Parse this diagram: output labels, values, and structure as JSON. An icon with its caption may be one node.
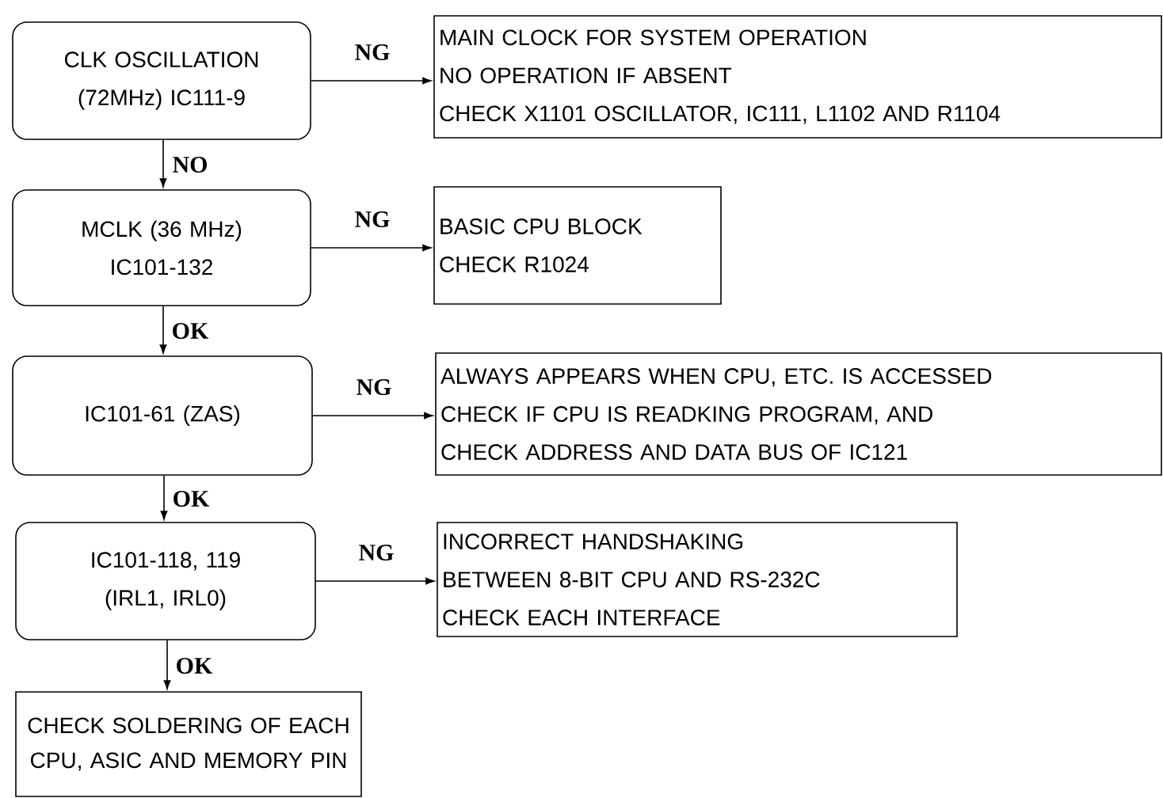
{
  "diagram": {
    "nodes": [
      {
        "text": [
          "CLK OSCILLATION (72MHz) IC111-9"
        ]
      },
      {
        "text": [
          "MAIN CLOCK FOR SYSTEM OPERATION",
          "NO OPERATION IF ABSENT",
          "CHECK X1101 OSCILLATOR, IC111, L1102 AND R1104"
        ]
      },
      {
        "text": [
          "MCLK (36 MHz) IC101-132"
        ]
      },
      {
        "text": [
          "BASIC CPU BLOCK",
          "CHECK R1024"
        ]
      },
      {
        "text": [
          "IC101-61 (ZAS)"
        ]
      },
      {
        "text": [
          "ALWAYS APPEARS WHEN CPU, ETC. IS ACCESSED",
          "CHECK IF CPU IS READKING PROGRAM, AND",
          "CHECK ADDRESS AND DATA BUS OF IC121"
        ]
      },
      {
        "text": [
          "IC101-118, 119 (IRL1, IRL0)"
        ]
      },
      {
        "text": [
          "INCORRECT HANDSHAKING",
          "BETWEEN 8-BIT CPU AND RS-232C",
          "CHECK EACH INTERFACE"
        ]
      },
      {
        "text": [
          "CHECK SOLDERING OF EACH CPU, ASIC AND MEMORY PIN"
        ]
      }
    ],
    "edges": [
      {
        "from": 0,
        "to": 1,
        "arrow": "to",
        "label": "NG"
      },
      {
        "from": 0,
        "to": 2,
        "arrow": "to",
        "label": "NO"
      },
      {
        "from": 2,
        "to": 3,
        "arrow": "to",
        "label": "NG"
      },
      {
        "from": 2,
        "to": 4,
        "arrow": "to",
        "label": "OK"
      },
      {
        "from": 4,
        "to": 5,
        "arrow": "to",
        "label": "NG"
      },
      {
        "from": 4,
        "to": 6,
        "arrow": "to",
        "label": "OK"
      },
      {
        "from": 6,
        "to": 7,
        "arrow": "to",
        "label": "NG"
      },
      {
        "from": 6,
        "to": 8,
        "arrow": "to",
        "label": "OK"
      }
    ]
  }
}
